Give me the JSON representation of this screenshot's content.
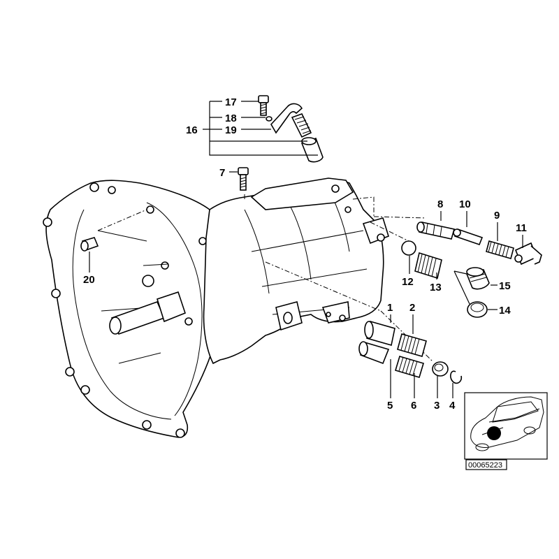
{
  "diagram": {
    "reference_code": "00065223",
    "callouts": [
      {
        "id": "c1",
        "label": "1"
      },
      {
        "id": "c2",
        "label": "2"
      },
      {
        "id": "c3",
        "label": "3"
      },
      {
        "id": "c4",
        "label": "4"
      },
      {
        "id": "c5",
        "label": "5"
      },
      {
        "id": "c6",
        "label": "6"
      },
      {
        "id": "c7",
        "label": "7"
      },
      {
        "id": "c8",
        "label": "8"
      },
      {
        "id": "c9",
        "label": "9"
      },
      {
        "id": "c10",
        "label": "10"
      },
      {
        "id": "c11",
        "label": "11"
      },
      {
        "id": "c12",
        "label": "12"
      },
      {
        "id": "c13",
        "label": "13"
      },
      {
        "id": "c14",
        "label": "14"
      },
      {
        "id": "c15",
        "label": "15"
      },
      {
        "id": "c16",
        "label": "16"
      },
      {
        "id": "c17",
        "label": "17"
      },
      {
        "id": "c18",
        "label": "18"
      },
      {
        "id": "c19",
        "label": "19"
      },
      {
        "id": "c20",
        "label": "20"
      }
    ]
  }
}
